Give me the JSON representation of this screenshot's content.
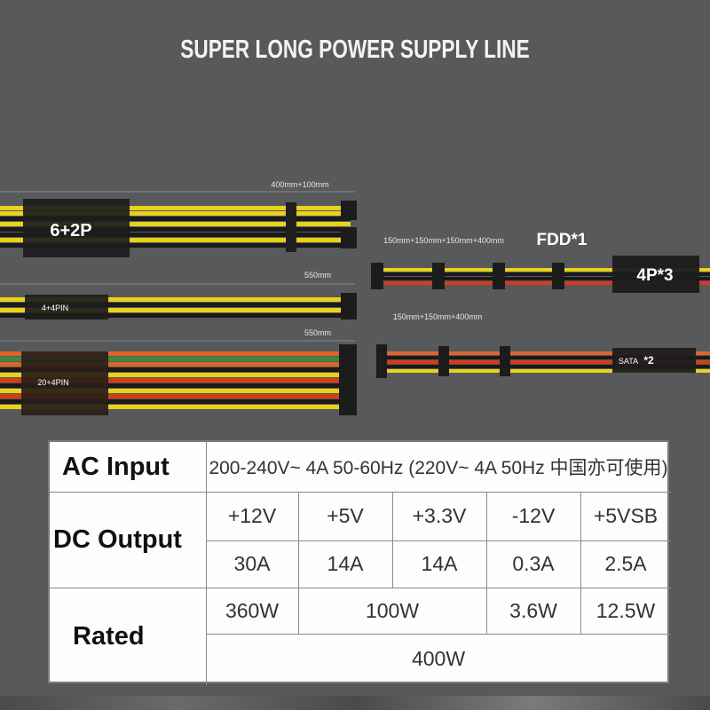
{
  "title": "SUPER LONG POWER SUPPLY LINE",
  "cables": {
    "pcie_length": "400mm+100mm",
    "pcie_label": "6+2P",
    "cpu_length": "550mm",
    "cpu_label": "4+4PIN",
    "atx_length": "550mm",
    "atx_label": "20+4PIN",
    "molex_length": "150mm+150mm+150mm+400mm",
    "fdd_label": "FDD*1",
    "molex_label": "4P*3",
    "sata_length": "150mm+150mm+400mm",
    "sata_label": "SATA",
    "sata_count": "*2"
  },
  "spec_table": {
    "ac_input_label": "AC Input",
    "ac_input_value": "200-240V~ 4A 50-60Hz (220V~ 4A 50Hz 中国亦可使用)",
    "dc_output_label": "DC Output",
    "rails": [
      "+12V",
      "+5V",
      "+3.3V",
      "-12V",
      "+5VSB"
    ],
    "currents": [
      "30A",
      "14A",
      "14A",
      "0.3A",
      "2.5A"
    ],
    "rated_label": "Rated",
    "rated_12v": "360W",
    "rated_5v_33v": "100W",
    "rated_neg12v": "3.6W",
    "rated_5vsb": "12.5W",
    "rated_total": "400W"
  },
  "colors": {
    "background": "#58595b",
    "yellow_wire": "#e8d21a",
    "black_wire": "#1a1a1a",
    "red_wire": "#d83a1a",
    "orange_wire": "#e0642a",
    "green_wire": "#3c8a3a"
  }
}
